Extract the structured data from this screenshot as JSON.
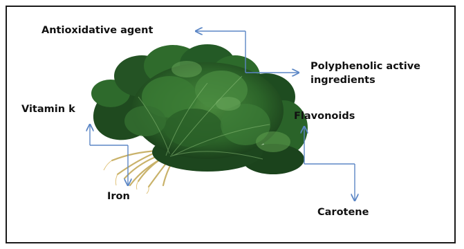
{
  "labels": {
    "antioxidative": "Antioxidative agent",
    "polyphenolic_line1": "Polyphenolic active",
    "polyphenolic_line2": "ingredients",
    "vitamin_k": "Vitamin k",
    "flavonoids": "Flavonoids",
    "iron": "Iron",
    "carotene": "Carotene"
  },
  "colors": {
    "arrow": "#5b86c5",
    "leaf_dark": "#183a1a",
    "leaf_mid": "#2f6a2c",
    "leaf_light": "#5e9e4f",
    "stem": "#c9b26a",
    "border": "#1a1a1a"
  },
  "image": {
    "subject": "spinach-bunch"
  }
}
